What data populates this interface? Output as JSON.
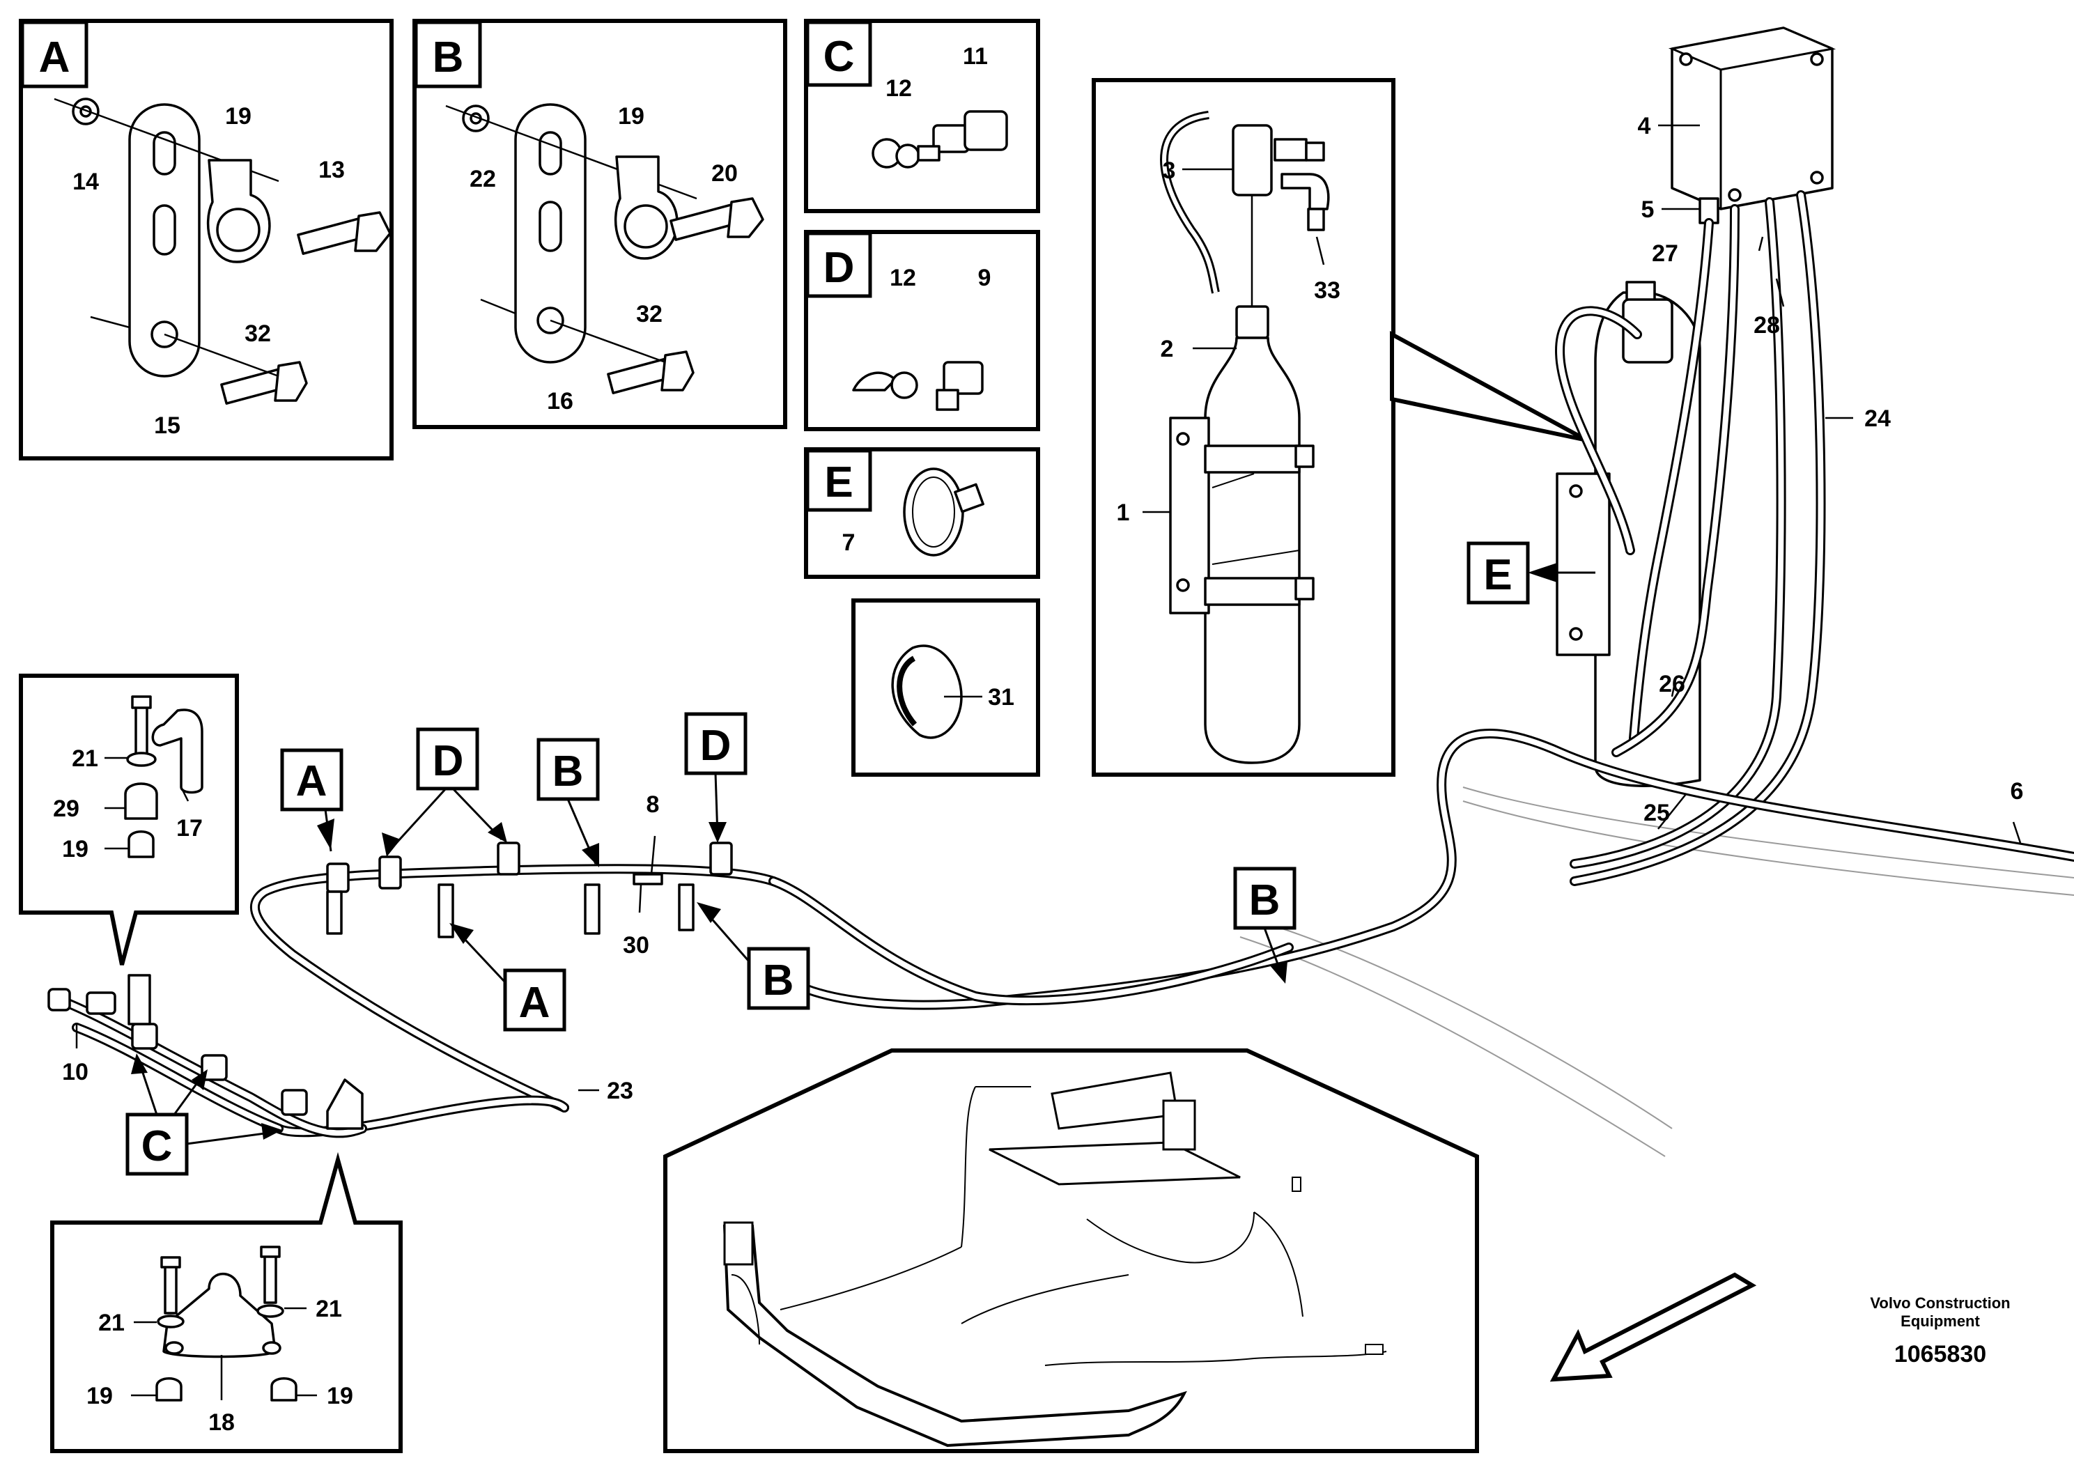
{
  "detail_views": {
    "A": {
      "tag": "A",
      "labels": [
        "14",
        "19",
        "13",
        "32",
        "15"
      ]
    },
    "B": {
      "tag": "B",
      "labels": [
        "22",
        "19",
        "20",
        "32",
        "16"
      ]
    },
    "C": {
      "tag": "C",
      "labels": [
        "12",
        "11"
      ]
    },
    "D": {
      "tag": "D",
      "labels": [
        "12",
        "9"
      ]
    },
    "E": {
      "tag": "E",
      "labels": [
        "7"
      ]
    },
    "tie": {
      "labels": [
        "31"
      ]
    },
    "bottle": {
      "labels": [
        "3",
        "33",
        "2",
        "1"
      ]
    },
    "bracket_17": {
      "labels": [
        "21",
        "29",
        "19",
        "17"
      ]
    },
    "bracket_18": {
      "labels": [
        "21",
        "21",
        "19",
        "19",
        "18"
      ]
    }
  },
  "main_labels": {
    "n4": "4",
    "n5": "5",
    "n27": "27",
    "n28": "28",
    "n24": "24",
    "n26": "26",
    "n25": "25",
    "n6": "6",
    "n8": "8",
    "n30": "30",
    "n23": "23",
    "n10": "10"
  },
  "callout_tags": {
    "A1": "A",
    "D1": "D",
    "B1": "B",
    "D2": "D",
    "A2": "A",
    "B2": "B",
    "B3": "B",
    "E1": "E",
    "C1": "C"
  },
  "caption": {
    "line1": "Volvo Construction",
    "line2": "Equipment",
    "number": "1065830"
  },
  "icons": {
    "arrow": "direction-arrow-icon"
  }
}
